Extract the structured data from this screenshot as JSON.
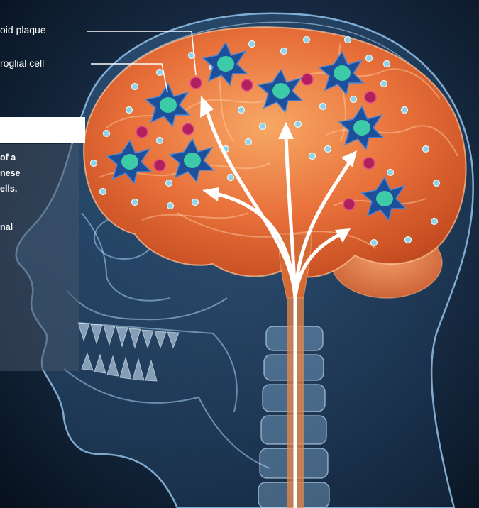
{
  "labels": {
    "plaque": "oid plaque",
    "microglia": "roglial cell"
  },
  "panel": {
    "line1": "of a",
    "line2": "nese",
    "line3": "ells,",
    "line4": "nal"
  },
  "colors": {
    "background": "#0c1a2c",
    "brain": "#e2662e",
    "brain_highlight": "#f39a4e",
    "microglia_body": "#1e4f9a",
    "microglia_nucleus": "#3ccaa8",
    "plaque": "#b0205e",
    "neuron_dot": "#8fd3e8",
    "skull_glow": "#7fb6e6",
    "arrow": "#ffffff"
  }
}
